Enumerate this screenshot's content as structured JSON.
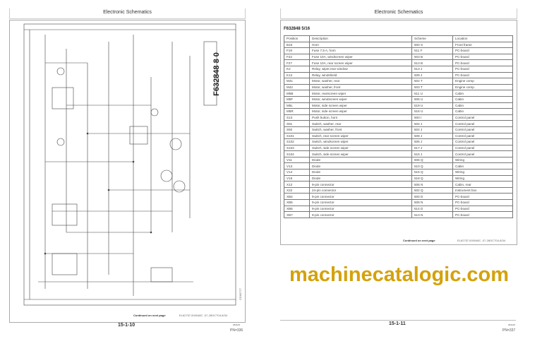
{
  "left_page": {
    "header": "Electronic Schematics",
    "schematic_label": "F632848 8 0",
    "continued": "Continued on next page",
    "code": "EL62757,000048C -07-28OCT04-8/34",
    "side_code": "CD60777",
    "page_number": "15-1-10",
    "pn": "PN=336",
    "small": "052105"
  },
  "right_page": {
    "header": "Electronic Schematics",
    "title": "F632848 5/16",
    "continued": "Continued on next page",
    "code": "EL62757,000048C -07-28OCT04-8/34",
    "page_number": "15-1-11",
    "pn": "PN=337",
    "small": "052105",
    "table": {
      "headers": [
        "Position",
        "Description",
        "Scheme",
        "Location"
      ],
      "rows": [
        [
          "B16",
          "Horn",
          "500 S",
          "Front frame"
        ],
        [
          "F19",
          "Fuse 7,5 A, horn",
          "511 F",
          "PC-board"
        ],
        [
          "F22",
          "Fuse 10A, windscreen wiper",
          "503 B",
          "PC-board"
        ],
        [
          "F27",
          "Fuse 10A, rear screen wiper",
          "513 B",
          "PC-board"
        ],
        [
          "K2",
          "Relay, wiper,rear window",
          "513 J",
          "PC-board"
        ],
        [
          "K12",
          "Relay, windshield",
          "509 J",
          "PC-board"
        ],
        [
          "M41",
          "Motor, washer, rear",
          "502 T",
          "Engine comp"
        ],
        [
          "M42",
          "Motor, washer, front",
          "503 T",
          "Engine comp."
        ],
        [
          "M5B",
          "Motor, rearscreen wiper",
          "511 U",
          "Cabin"
        ],
        [
          "M5F",
          "Motor, windscreen wiper",
          "506 U",
          "Cabin"
        ],
        [
          "M5L",
          "Motor, side screen wiper",
          "519 U",
          "Cabin"
        ],
        [
          "M5R",
          "Motor, side screen wiper",
          "516 U",
          "Cabin"
        ],
        [
          "S13",
          "Push button, horn",
          "500 I",
          "Control panel"
        ],
        [
          "S91",
          "Switch, washer, rear",
          "502 J",
          "Control panel"
        ],
        [
          "S92",
          "Switch, washer, front",
          "504 J",
          "Control panel"
        ],
        [
          "S101",
          "Switch, rear screen wiper",
          "508 J",
          "Control panel"
        ],
        [
          "S102",
          "Switch, windscreen wiper",
          "506 J",
          "Control panel"
        ],
        [
          "S103",
          "Switch, side screen wiper",
          "517 J",
          "Control panel"
        ],
        [
          "S104",
          "Switch, side screen wiper",
          "515 J",
          "Control panel"
        ],
        [
          "V11",
          "Diode",
          "506 Q",
          "Wiring"
        ],
        [
          "V13",
          "Diode",
          "510 Q",
          "Cabin"
        ],
        [
          "V14",
          "Diode",
          "515 Q",
          "Wiring"
        ],
        [
          "V15",
          "Diode",
          "518 Q",
          "Wiring"
        ],
        [
          "X12",
          "9-pin connector",
          "506 N",
          "Cabin, rear"
        ],
        [
          "X22",
          "24-pin connector",
          "502 Q",
          "Instrument box"
        ],
        [
          "XB4",
          "9-pin connector",
          "500 D",
          "PC-board"
        ],
        [
          "XB5",
          "9-pin connector",
          "508 N",
          "PC-board"
        ],
        [
          "XB6",
          "9-pin connector",
          "514 D",
          "PC-board"
        ],
        [
          "XB7",
          "9-pin connector",
          "513 N",
          "PC-board"
        ]
      ]
    }
  },
  "watermark": "machinecatalogic.com",
  "colors": {
    "watermark": "#d4a20c"
  }
}
